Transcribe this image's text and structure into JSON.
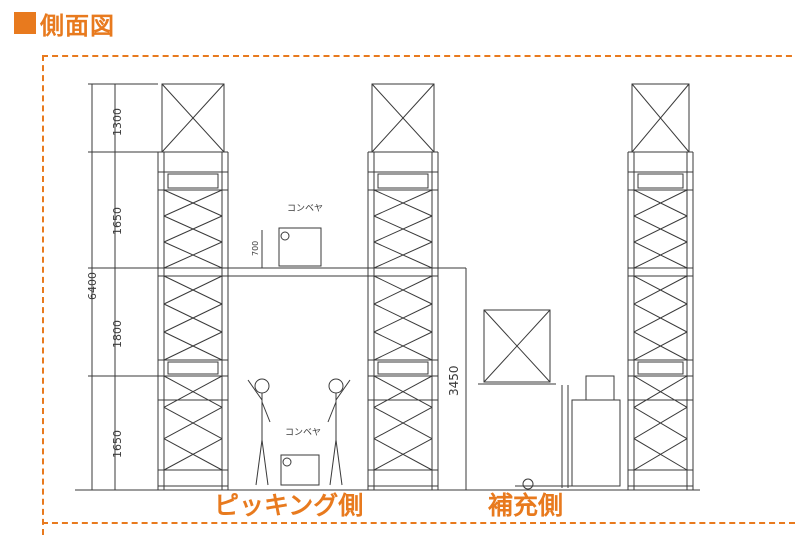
{
  "title": "側面図",
  "accent": "#e87a1e",
  "line_color": "#3a3a3a",
  "dimensions": {
    "total": "6400",
    "segments": [
      "1300",
      "1650",
      "1800",
      "1650"
    ],
    "conveyor_height": "700",
    "clearance": "3450"
  },
  "conveyor_upper": "コンベヤ",
  "conveyor_lower": "コンベヤ",
  "label_picking": "ピッキング側",
  "label_replenish": "補充側"
}
